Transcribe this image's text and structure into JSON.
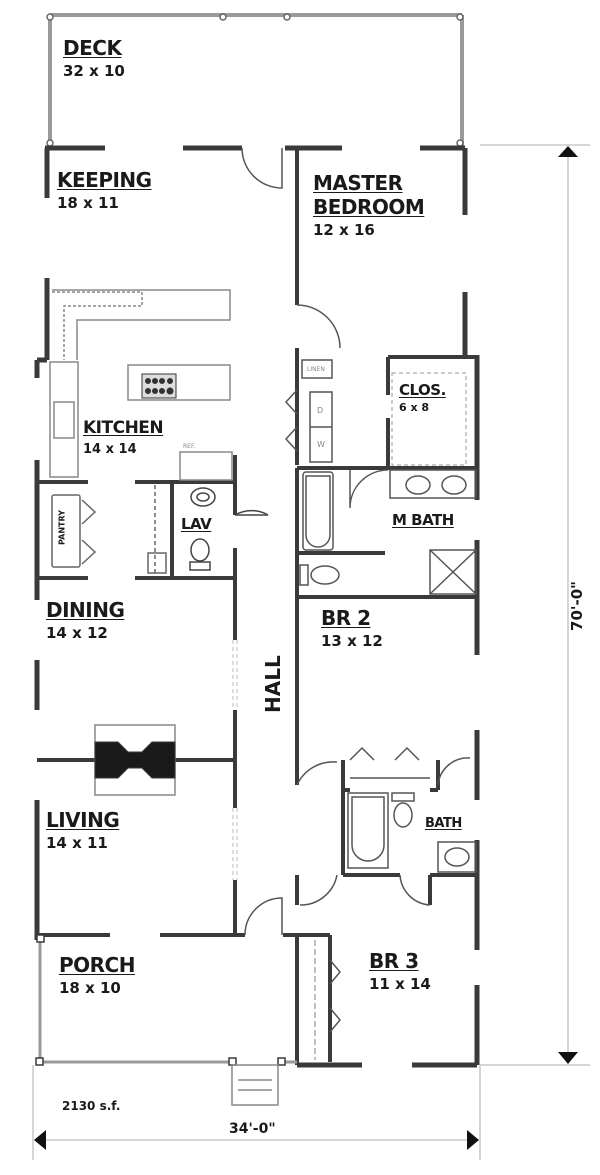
{
  "plan": {
    "total_area": "2130 s.f.",
    "width_dimension": "34'-0\"",
    "depth_dimension": "70'-0\""
  },
  "rooms": [
    {
      "id": "deck",
      "name": "DECK",
      "size": "32 x 10"
    },
    {
      "id": "keeping",
      "name": "KEEPING",
      "size": "18 x 11"
    },
    {
      "id": "master-bedroom",
      "name": "MASTER BEDROOM",
      "name_line1": "MASTER",
      "name_line2": "BEDROOM",
      "size": "12 x 16"
    },
    {
      "id": "kitchen",
      "name": "KITCHEN",
      "size": "14 x 14"
    },
    {
      "id": "closet",
      "name": "CLOS.",
      "size": "6 x 8"
    },
    {
      "id": "lav",
      "name": "LAV",
      "size": ""
    },
    {
      "id": "pantry",
      "name": "PANTRY",
      "size": ""
    },
    {
      "id": "m-bath",
      "name": "M BATH",
      "size": ""
    },
    {
      "id": "dining",
      "name": "DINING",
      "size": "14 x 12"
    },
    {
      "id": "hall",
      "name": "HALL",
      "size": ""
    },
    {
      "id": "br2",
      "name": "BR 2",
      "size": "13 x 12"
    },
    {
      "id": "living",
      "name": "LIVING",
      "size": "14 x 11"
    },
    {
      "id": "bath",
      "name": "BATH",
      "size": ""
    },
    {
      "id": "porch",
      "name": "PORCH",
      "size": "18 x 10"
    },
    {
      "id": "br3",
      "name": "BR 3",
      "size": "11 x 14"
    }
  ],
  "fixtures": {
    "linen": "LINEN",
    "dryer": "D",
    "washer": "W",
    "refrigerator": "REF."
  },
  "colors": {
    "wall": "#3a3a3a",
    "wall_fill": "#6e6e6e",
    "deck_rail": "#9a9a9a",
    "dimension_line": "#c8c8c8",
    "text": "#1a1a1a"
  }
}
